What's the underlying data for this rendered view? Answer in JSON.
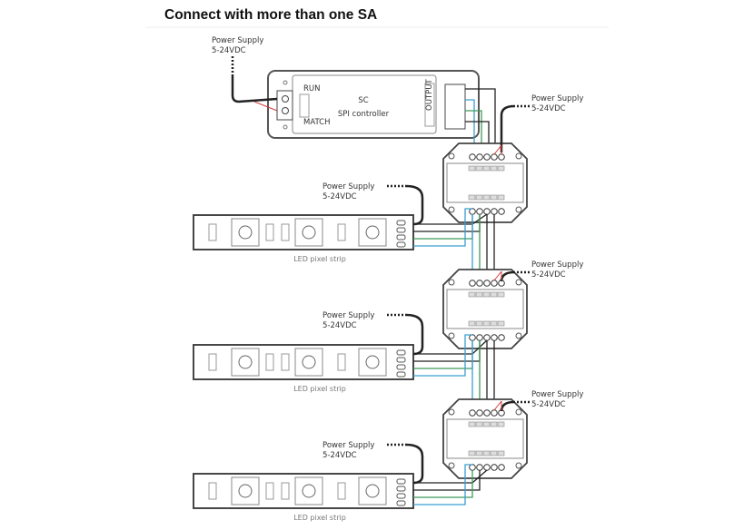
{
  "title": "Connect with more than one SA",
  "controller": {
    "name": "SC",
    "subtitle": "SPI controller",
    "run_label": "RUN",
    "match_label": "MATCH",
    "output_label": "OUTPUT"
  },
  "power_supply": {
    "label": "Power Supply",
    "voltage": "5-24VDC"
  },
  "strip_label": "LED pixel strip",
  "wire_colors": {
    "power": "#222222",
    "positive": "#d23a3a",
    "data": "#3a9fd0",
    "clock": "#3f9a5c"
  }
}
